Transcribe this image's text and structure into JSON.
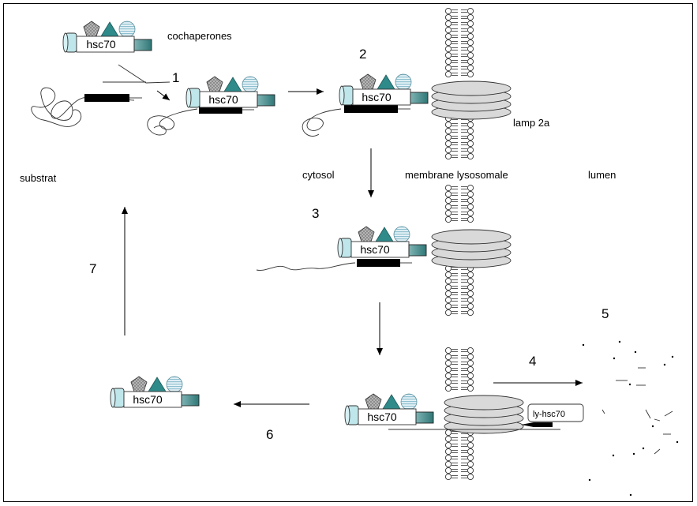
{
  "labels": {
    "cochaperones": "cochaperones",
    "substrat": "substrat",
    "cytosol": "cytosol",
    "membrane": "membrane lysosomale",
    "lumen": "lumen",
    "lamp": "lamp 2a"
  },
  "protein": {
    "hsc70": "hsc70",
    "ly_hsc70": "ly-hsc70"
  },
  "steps": [
    "1",
    "2",
    "3",
    "4",
    "5",
    "6",
    "7"
  ],
  "colors": {
    "teal": "#2f8a8a",
    "cylinder": "#bfe6ea",
    "barrel": "#d9d9d9",
    "pentagon": "#8c8c8c",
    "stripe": "#9cc9d6",
    "ink": "#000000"
  }
}
